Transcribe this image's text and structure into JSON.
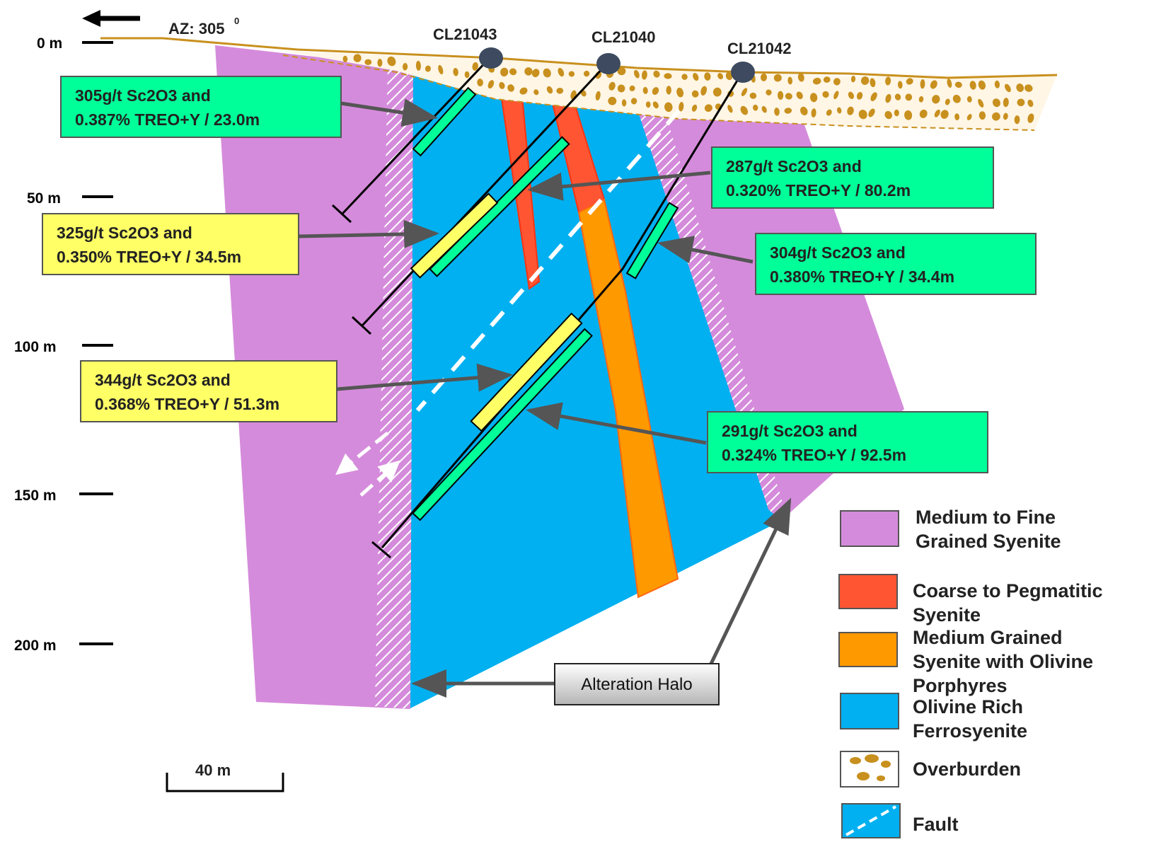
{
  "header": {
    "azimuth_label": "AZ: 305",
    "azimuth_degree": "0"
  },
  "depth_scale": [
    {
      "label": "0 m"
    },
    {
      "label": "50 m"
    },
    {
      "label": "100 m"
    },
    {
      "label": "150 m"
    },
    {
      "label": "200 m"
    }
  ],
  "holes": [
    {
      "id": "CL21043"
    },
    {
      "id": "CL21040"
    },
    {
      "id": "CL21042"
    }
  ],
  "callouts": [
    {
      "line1": "305g/t Sc2O3 and",
      "line2": "0.387% TREO+Y / 23.0m",
      "color": "#00ff99"
    },
    {
      "line1": "287g/t Sc2O3 and",
      "line2": "0.320% TREO+Y / 80.2m",
      "color": "#00ff99"
    },
    {
      "line1": "325g/t Sc2O3 and",
      "line2": "0.350% TREO+Y / 34.5m",
      "color": "#ffff66"
    },
    {
      "line1": "304g/t Sc2O3 and",
      "line2": "0.380% TREO+Y / 34.4m",
      "color": "#00ff99"
    },
    {
      "line1": "344g/t Sc2O3 and",
      "line2": "0.368% TREO+Y / 51.3m",
      "color": "#ffff66"
    },
    {
      "line1": "291g/t Sc2O3 and",
      "line2": "0.324% TREO+Y / 92.5m",
      "color": "#00ff99"
    }
  ],
  "alteration_halo": {
    "label": "Alteration Halo"
  },
  "scale_bar": {
    "label": "40 m"
  },
  "legend": [
    {
      "line1": "Medium to Fine",
      "line2": "Grained Syenite",
      "line3": "",
      "color": "#d58bdb"
    },
    {
      "line1": "Coarse to Pegmatitic",
      "line2": "Syenite",
      "line3": "",
      "color": "#ff5533"
    },
    {
      "line1": "Medium Grained",
      "line2": "Syenite with Olivine",
      "line3": "Porphyres",
      "color": "#ff9900"
    },
    {
      "line1": "Olivine Rich",
      "line2": "Ferrosyenite",
      "line3": "",
      "color": "#00b0f0"
    },
    {
      "line1": "Overburden",
      "line2": "",
      "line3": "",
      "color": "#fff4e0"
    },
    {
      "line1": "Fault",
      "line2": "",
      "line3": "",
      "color": "#00b0f0"
    }
  ],
  "colors": {
    "syenite_fine": "#d58bdb",
    "pegmatitic": "#ff5533",
    "olivine_porphyry": "#ff9900",
    "ferrosyenite": "#00b0f0",
    "overburden_pebble": "#c8901e",
    "topography": "#c8901e",
    "assay_green": "#00ff99",
    "assay_yellow": "#ffff66",
    "hole_collar": "#3d4a5f"
  }
}
